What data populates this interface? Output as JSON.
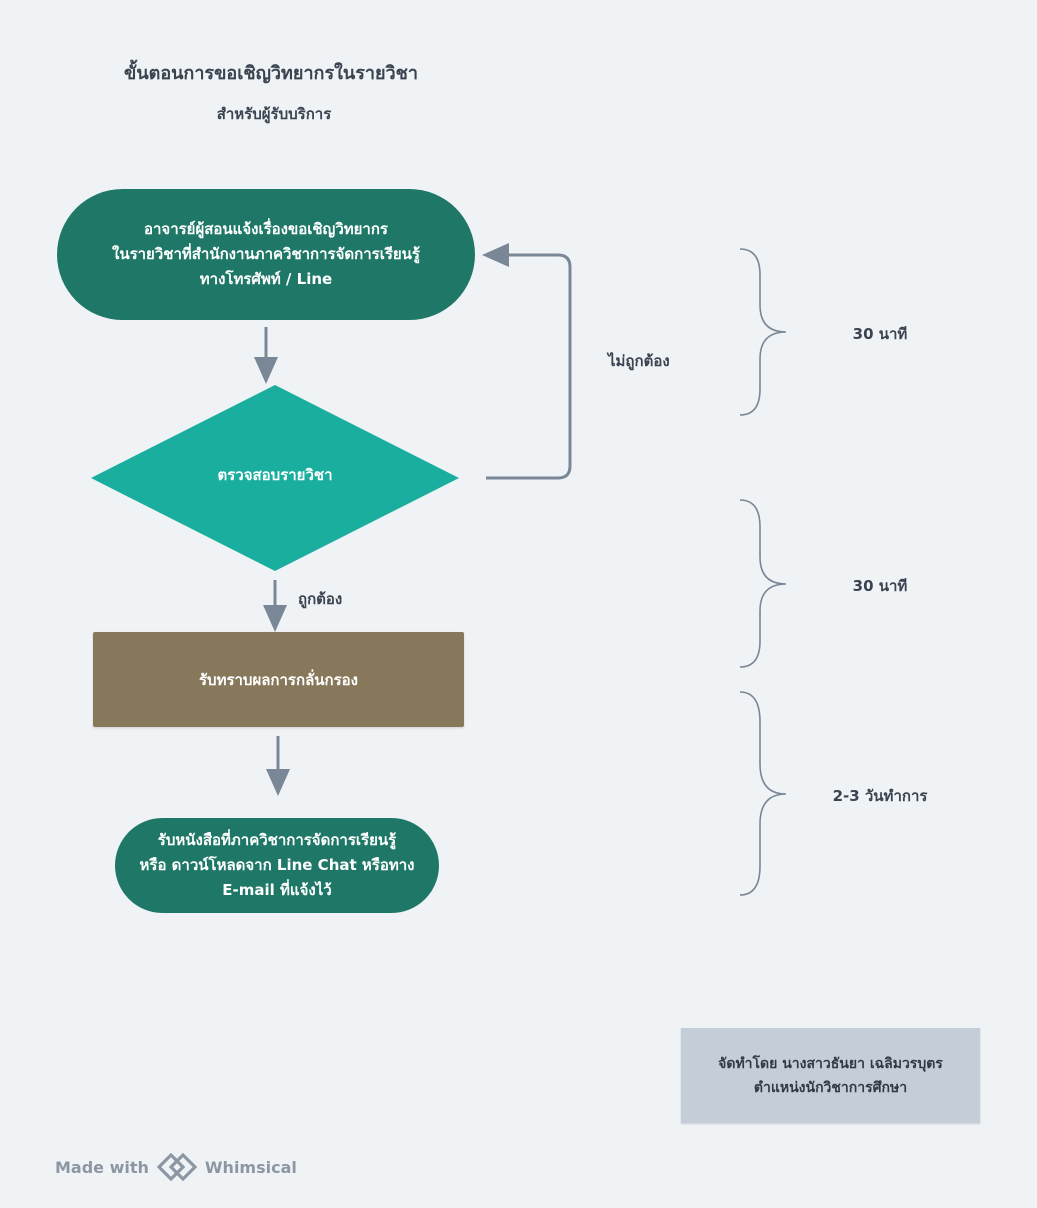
{
  "title": "ขั้นตอนการขอเชิญวิทยากรในรายวิชา",
  "subtitle": "สำหรับผู้รับบริการ",
  "nodes": {
    "start": "อาจารย์ผู้สอนแจ้งเรื่องขอเชิญวิทยากร\nในรายวิชาที่สำนักงานภาควิชาการจัดการเรียนรู้\nทางโทรศัพท์ / Line",
    "check": "ตรวจสอบรายวิชา",
    "result": "รับทราบผลการกลั่นกรอง",
    "end": "รับหนังสือที่ภาควิชาการจัดการเรียนรู้\nหรือ ดาวน์โหลดจาก Line Chat หรือทาง\nE-mail ที่แจ้งไว้"
  },
  "edges": {
    "incorrect": "ไม่ถูกต้อง",
    "correct": "ถูกต้อง"
  },
  "timings": [
    "30 นาที",
    "30 นาที",
    "2-3 วันทำการ"
  ],
  "credit": "จัดทำโดย นางสาวธันยา เฉลิมวรบุตร\nตำแหน่งนักวิชาการศึกษา",
  "footer": {
    "made_with": "Made with",
    "brand": "Whimsical"
  },
  "colors": {
    "terminal": "#1f7867",
    "decision": "#1aae9f",
    "process": "#87775b",
    "connector": "#7a8796",
    "background": "#f0f3f6"
  }
}
